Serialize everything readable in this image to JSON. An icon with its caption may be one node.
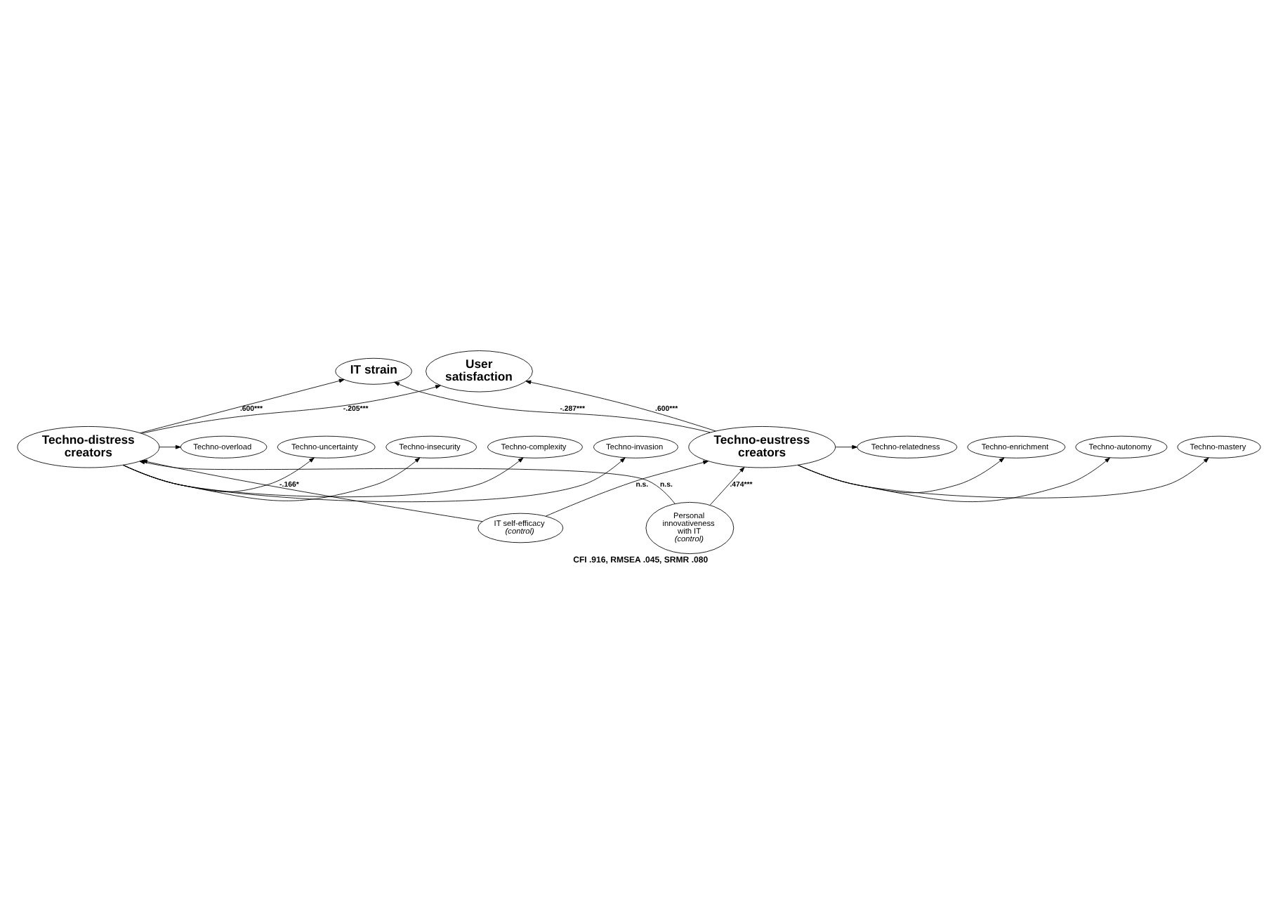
{
  "diagram": {
    "caption": "CFI .916, RMSEA .045, SRMR .080",
    "nodes": [
      {
        "text": [
          "Techno-mastery"
        ]
      },
      {
        "text": [
          "Techno-autonomy"
        ]
      },
      {
        "text": [
          "Techno-enrichment"
        ]
      },
      {
        "text": [
          "Techno-relatedness"
        ]
      },
      {
        "text": [
          "IT strain"
        ]
      },
      {
        "text": [
          "User satisfaction"
        ]
      },
      {
        "text": [
          "Techno-overload"
        ]
      },
      {
        "text": [
          "Techno-invasion"
        ]
      },
      {
        "text": [
          "Techno-complexity"
        ]
      },
      {
        "text": [
          "Techno-insecurity"
        ]
      },
      {
        "text": [
          "Techno-uncertainty"
        ]
      },
      {
        "text": [
          "Techno-eustress creators"
        ]
      },
      {
        "text": [
          "Techno-distress creators"
        ]
      },
      {
        "text": [
          "IT self-efficacy",
          "(control)"
        ]
      },
      {
        "text": [
          "Personal innovativeness with IT",
          "(control)"
        ]
      }
    ],
    "edges": [
      {
        "from": 11,
        "to": 4,
        "label": "-.287***",
        "arrow": "to"
      },
      {
        "from": 11,
        "to": 5,
        "label": ".600***",
        "arrow": "to"
      },
      {
        "from": 12,
        "to": 4,
        "label": ".600***",
        "arrow": "to"
      },
      {
        "from": 12,
        "to": 5,
        "label": "-.205***",
        "arrow": "to"
      },
      {
        "from": 11,
        "to": 0,
        "arrow": "to"
      },
      {
        "from": 11,
        "to": 1,
        "arrow": "to"
      },
      {
        "from": 11,
        "to": 2,
        "arrow": "to"
      },
      {
        "from": 11,
        "to": 3,
        "arrow": "to"
      },
      {
        "from": 12,
        "to": 6,
        "arrow": "to"
      },
      {
        "from": 12,
        "to": 7,
        "arrow": "to"
      },
      {
        "from": 12,
        "to": 8,
        "arrow": "to"
      },
      {
        "from": 12,
        "to": 9,
        "arrow": "to"
      },
      {
        "from": 12,
        "to": 10,
        "arrow": "to"
      },
      {
        "from": 13,
        "to": 11,
        "label": "n.s.",
        "arrow": "to"
      },
      {
        "from": 13,
        "to": 12,
        "label": "-.166*",
        "arrow": "to"
      },
      {
        "from": 14,
        "to": 11,
        "label": ".474***",
        "arrow": "to"
      },
      {
        "from": 14,
        "to": 12,
        "label": "n.s.",
        "arrow": "to"
      }
    ]
  }
}
